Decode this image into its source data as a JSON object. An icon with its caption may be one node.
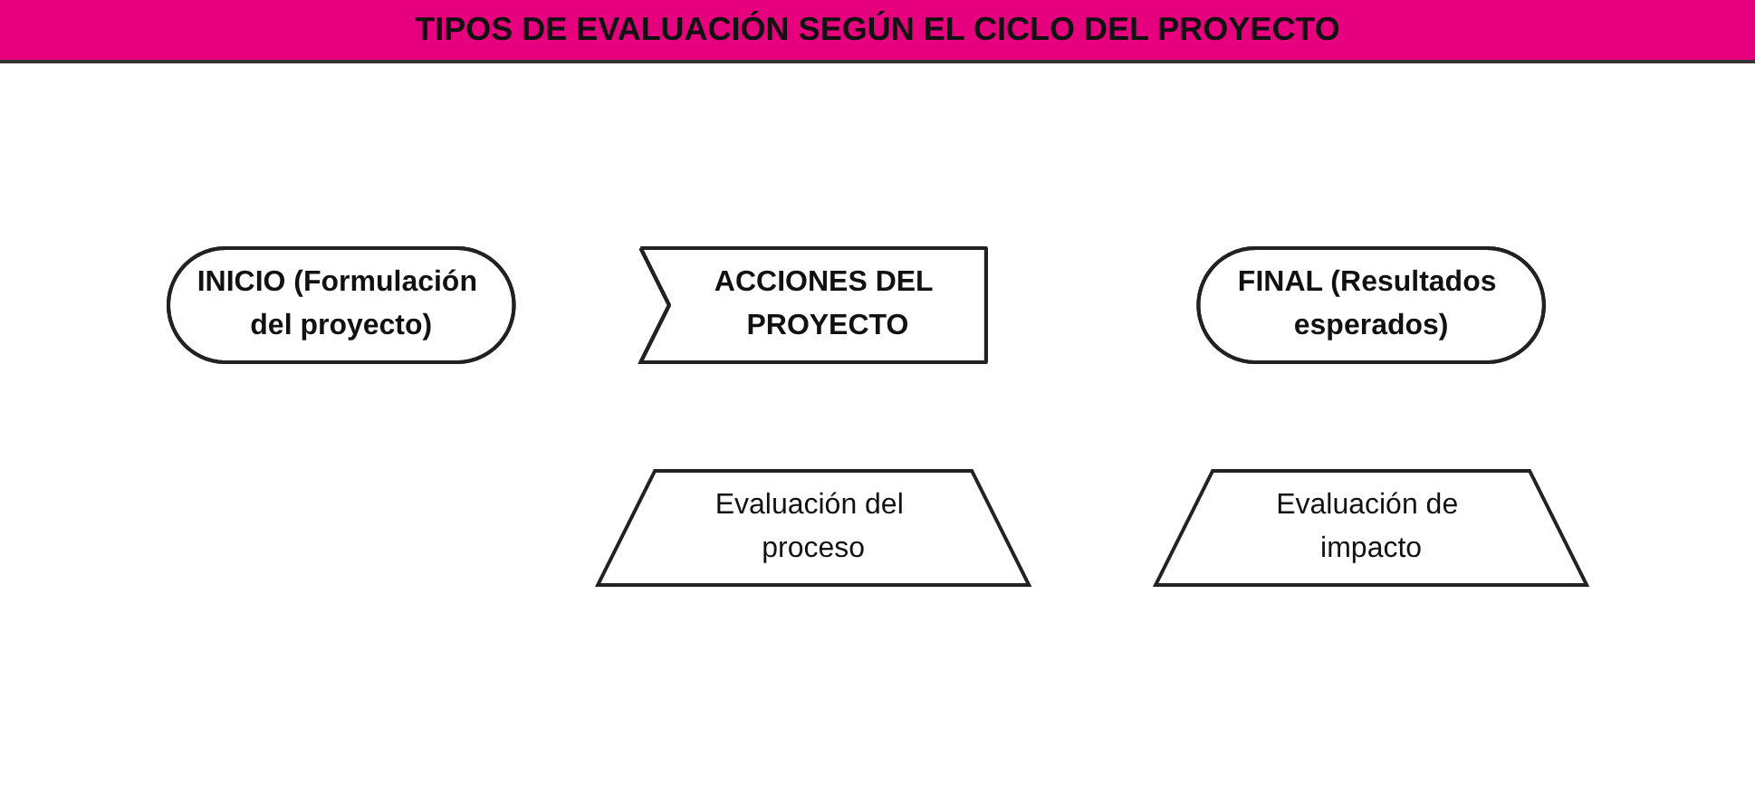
{
  "diagram": {
    "title": "TIPOS DE EVALUACIÓN SEGÚN EL CICLO DEL PROYECTO",
    "nodes": [
      {
        "text": [
          "INICIO (Formulación del proyecto)"
        ]
      },
      {
        "text": [
          "ACCIONES DEL PROYECTO"
        ]
      },
      {
        "text": [
          "FINAL (Resultados esperados)"
        ]
      },
      {
        "text": [
          "Evaluación del proceso"
        ]
      },
      {
        "text": [
          "Evaluación de impacto"
        ]
      }
    ]
  }
}
